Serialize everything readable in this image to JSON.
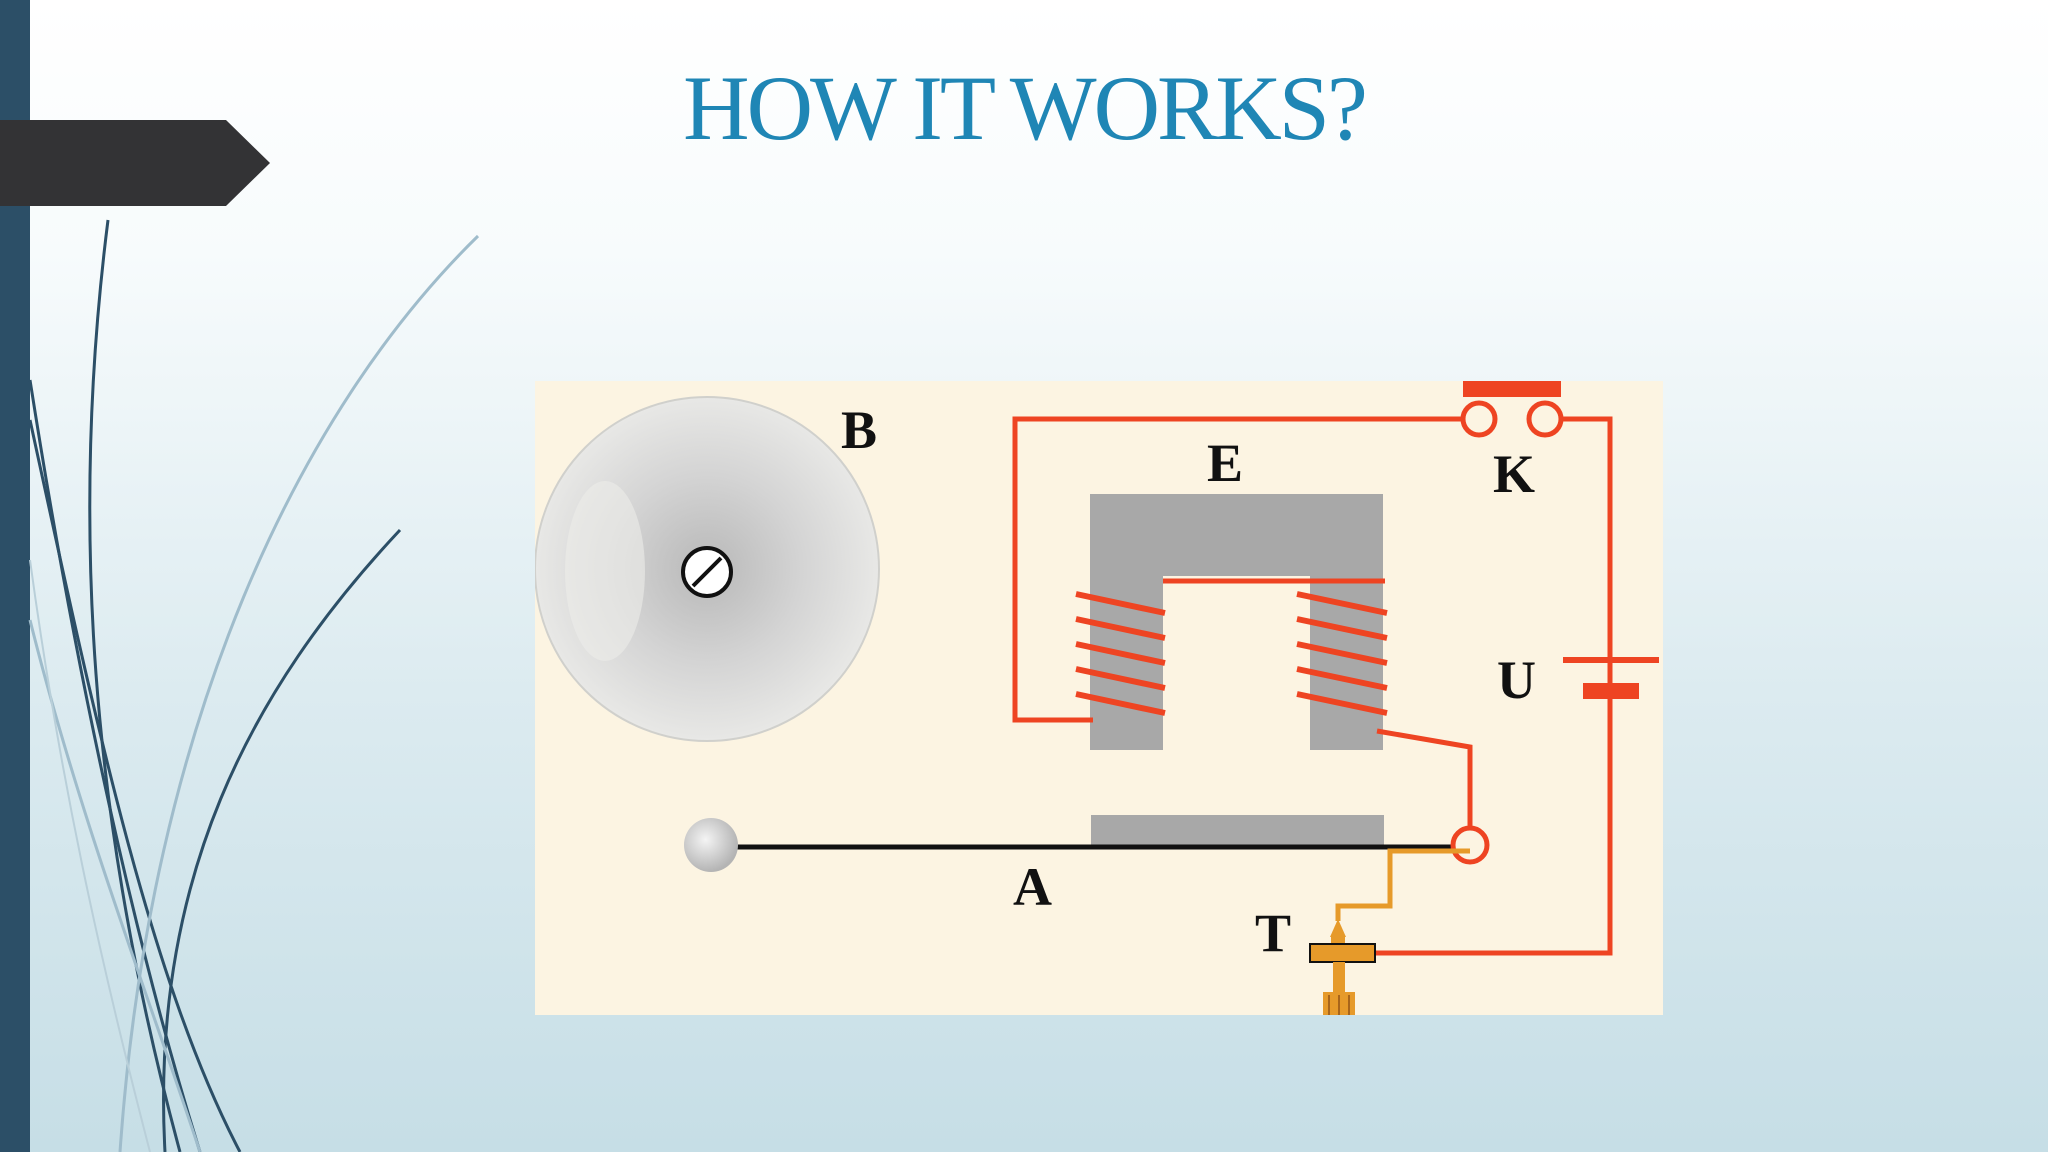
{
  "slide": {
    "title": "HOW IT WORKS?"
  },
  "diagram": {
    "labels": {
      "bell": "B",
      "electromagnet": "E",
      "switch": "K",
      "voltage_source": "U",
      "armature": "A",
      "contact_screw": "T"
    }
  },
  "colors": {
    "title": "#1f86b5",
    "wire": "#ee4422",
    "core": "#a8a8a8",
    "panel": "#fcf4e2",
    "screw": "#e69a2a",
    "side_bar": "#2c4f67",
    "tab": "#333335"
  }
}
